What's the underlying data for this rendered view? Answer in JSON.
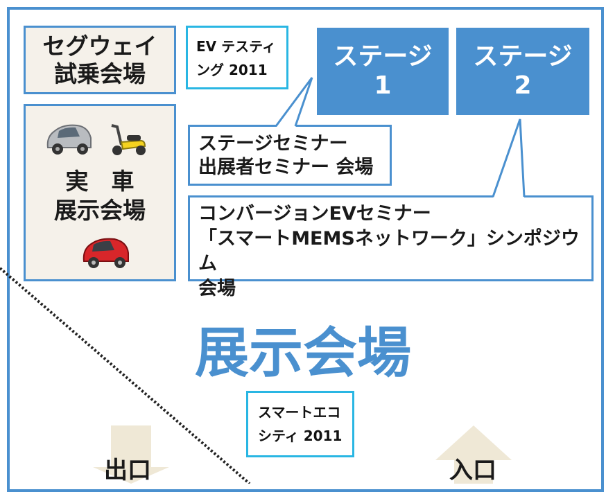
{
  "segway_area": {
    "line1": "セグウェイ",
    "line2": "試乗会場"
  },
  "vehicle_area": {
    "line1": "実　車",
    "line2": "展示会場"
  },
  "ev_testing": {
    "line1": "EV テスティ",
    "line2": "ング 2011"
  },
  "stage1": {
    "line1": "ステージ",
    "line2": "1"
  },
  "stage2": {
    "line1": "ステージ",
    "line2": "2"
  },
  "seminar_stage1": {
    "line1": "ステージセミナー",
    "line2": "出展者セミナー 会場"
  },
  "seminar_stage2": {
    "line1": "コンバージョンEVセミナー",
    "line2": "「スマートMEMSネットワーク」シンポジウム",
    "line3": "会場"
  },
  "main_hall": {
    "title": "展示会場"
  },
  "smart_eco": {
    "line1": "スマートエコ",
    "line2": "シティ 2011"
  },
  "exit": {
    "label": "出口"
  },
  "entrance": {
    "label": "入口"
  },
  "colors": {
    "hall_blue": "#4a90cf",
    "tag_cyan": "#29b6e3",
    "box_fill": "#f5f1ea",
    "arrow_fill": "#efe8d6"
  },
  "icons": [
    "silver-car-icon",
    "yellow-scooter-icon",
    "red-car-icon",
    "exit-arrow-icon",
    "entrance-arrow-icon"
  ]
}
